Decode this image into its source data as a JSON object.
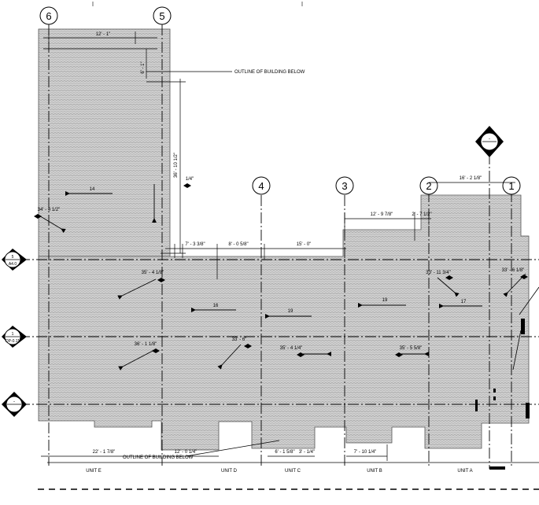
{
  "grid_lines": {
    "six": "6",
    "five": "5",
    "four": "4",
    "three": "3",
    "two": "2",
    "one": "1"
  },
  "section_markers": {
    "top_right": "-",
    "row_5": {
      "top": "5",
      "bottom": "A4.0"
    },
    "row_1": {
      "top": "1",
      "bottom": "DP-0.11"
    },
    "row_bottom": "-"
  },
  "dimensions": {
    "d_12_1": "12' - 1\"",
    "d_6_1": "6' - 1\"",
    "d_36_10_half": "36' - 10 1/2\"",
    "d_quarter": "1/4\"",
    "d_34_4_half": "34' - 4 1/2\"",
    "d_7_3_3_8": "7' - 3 3/8\"",
    "d_8_0_5_8": "8' - 0 5/8\"",
    "d_15_0": "15' - 0\"",
    "d_12_9_7_8": "12' - 9 7/8\"",
    "d_2_7_half": "2' - 7 1/2\"",
    "d_16_2_1_8": "16' - 2 1/8\"",
    "d_35_4_1_8": "35' - 4 1/8\"",
    "d_33_11_3_4": "33' - 11 3/4\"",
    "d_33_6_1_8": "33' - 6 1/8\"",
    "d_36_1_1_8": "36' - 1 1/8\"",
    "d_33_6": "33' - 6\"",
    "d_35_4_1_4": "35' - 4 1/4\"",
    "d_35_5_5_8": "35' - 5 5/8\"",
    "d_22_1_7_8": "22' - 1 7/8\"",
    "d_12_0_1_4": "12' - 0 1/4\"",
    "d_6_1_5_8": "6' - 1 5/8\"",
    "d_3_1_4": "3' - 1/4\"",
    "d_7_10_1_4": "7' - 10 1/4\""
  },
  "slopes": {
    "s14": "14",
    "s16": "16",
    "s19a": "19",
    "s19b": "19",
    "s17": "17"
  },
  "notes": {
    "outline_top": "OUTLINE OF BUILDING BELOW",
    "outline_bottom": "OUTLINE OF BUILDING BELOW"
  },
  "units": {
    "e": "UNIT E",
    "d": "UNIT D",
    "c": "UNIT C",
    "b": "UNIT B",
    "a": "UNIT A"
  }
}
